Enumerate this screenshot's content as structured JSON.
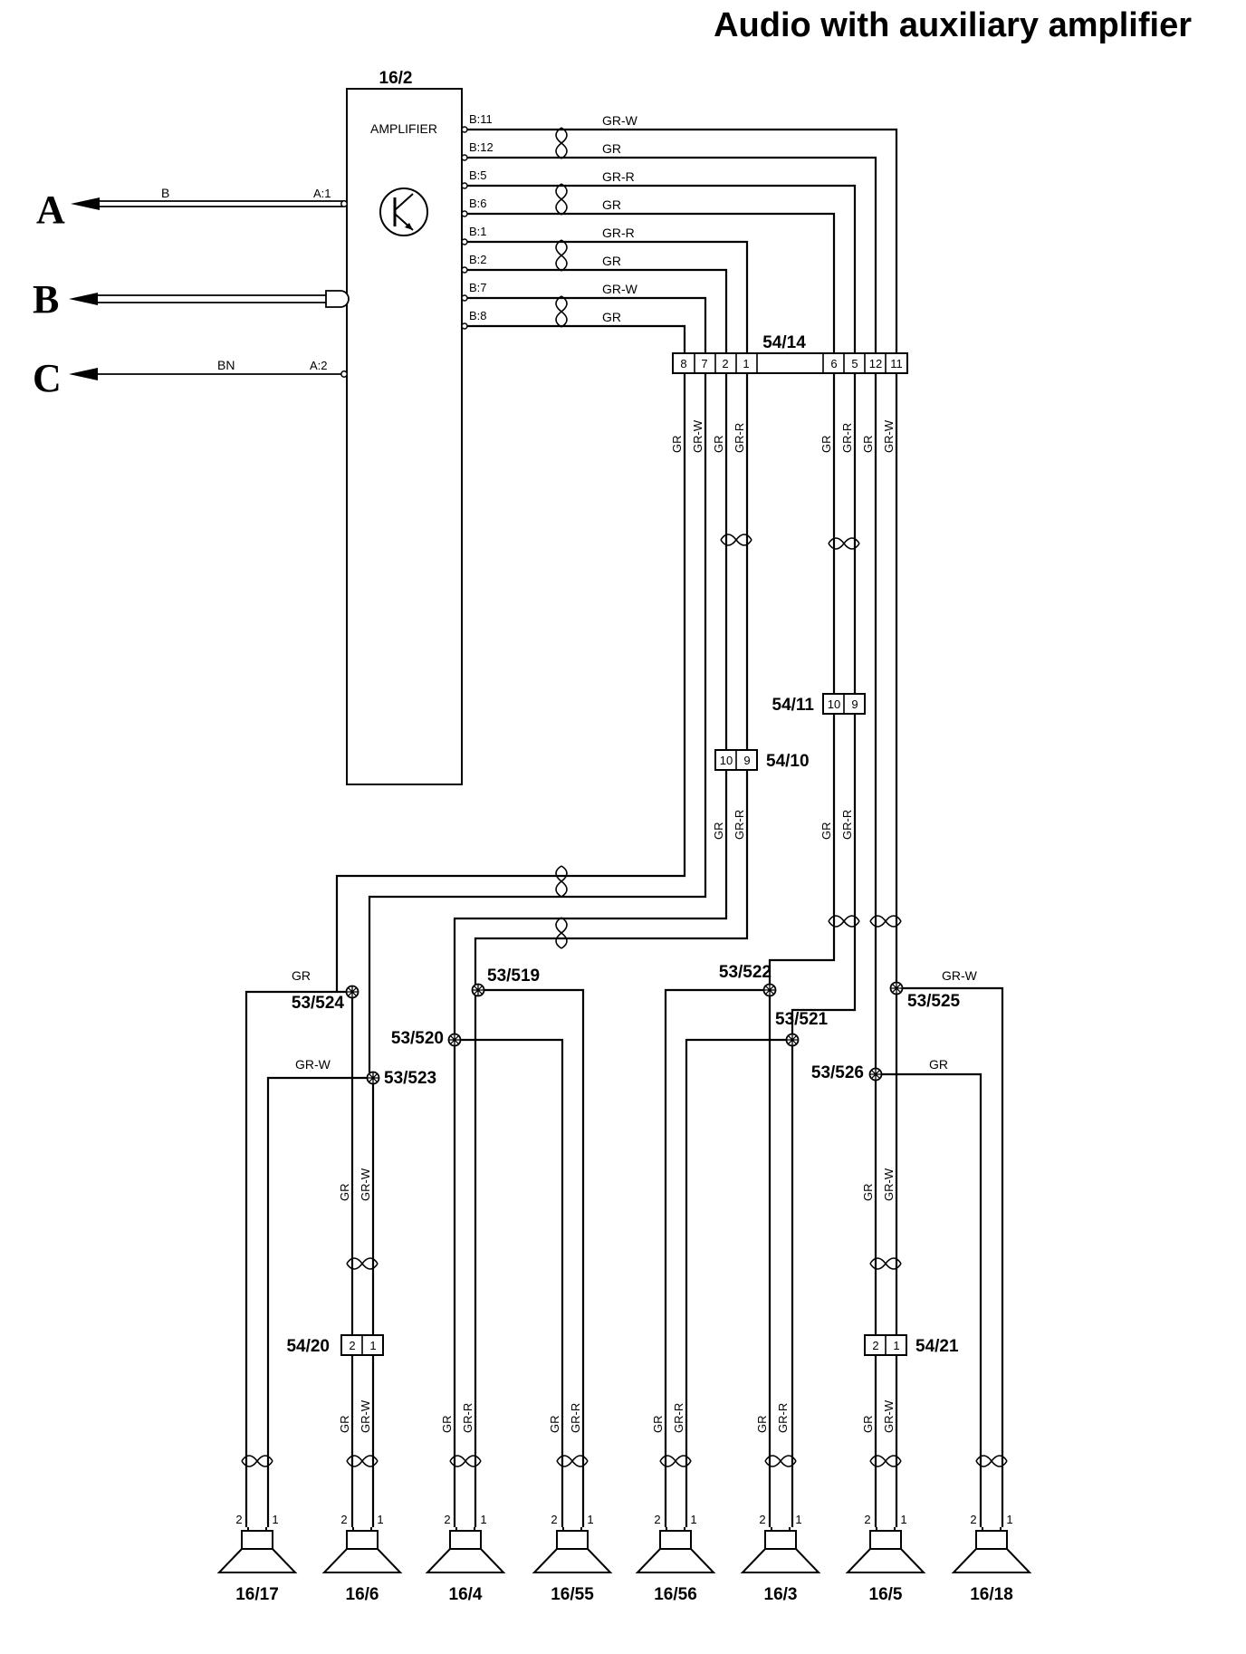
{
  "title": "Audio with auxiliary amplifier",
  "amplifier": {
    "id": "16/2",
    "label": "AMPLIFIER",
    "input_pins": [
      "A:1",
      "A:2"
    ],
    "output_pins": [
      "B:11",
      "B:12",
      "B:5",
      "B:6",
      "B:1",
      "B:2",
      "B:7",
      "B:8"
    ]
  },
  "outputs": [
    {
      "letter": "A",
      "wire": "B"
    },
    {
      "letter": "B",
      "wire": ""
    },
    {
      "letter": "C",
      "wire": "BN"
    }
  ],
  "wire_colors": [
    "GR-W",
    "GR",
    "GR-R",
    "GR",
    "GR-R",
    "GR",
    "GR-W",
    "GR"
  ],
  "connector_54_14": {
    "id": "54/14",
    "pins": [
      "8",
      "7",
      "2",
      "1",
      "6",
      "5",
      "12",
      "11"
    ]
  },
  "connector_54_11": {
    "id": "54/11",
    "pins": [
      "10",
      "9"
    ]
  },
  "connector_54_10": {
    "id": "54/10",
    "pins": [
      "10",
      "9"
    ]
  },
  "connector_54_20": {
    "id": "54/20",
    "pins": [
      "2",
      "1"
    ]
  },
  "connector_54_21": {
    "id": "54/21",
    "pins": [
      "2",
      "1"
    ]
  },
  "splices": [
    "53/524",
    "53/523",
    "53/520",
    "53/519",
    "53/522",
    "53/521",
    "53/526",
    "53/525"
  ],
  "vertical_labels": {
    "gr": "GR",
    "grw": "GR-W",
    "grr": "GR-R"
  },
  "speaker_pins": [
    "2",
    "1"
  ],
  "speakers": [
    "16/17",
    "16/6",
    "16/4",
    "16/55",
    "16/56",
    "16/3",
    "16/5",
    "16/18"
  ]
}
